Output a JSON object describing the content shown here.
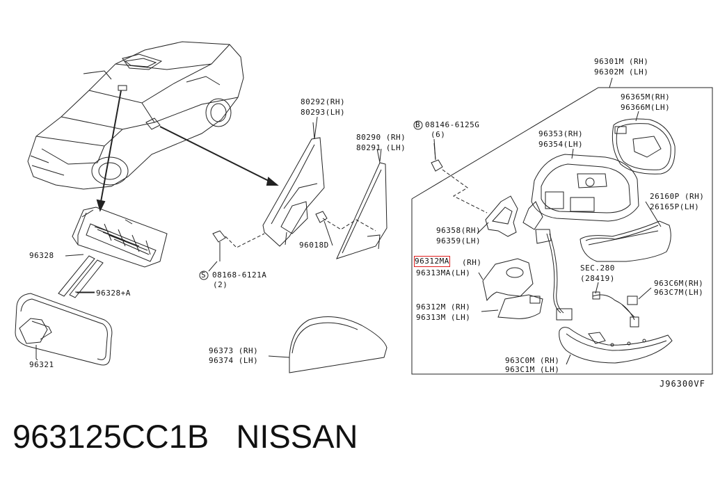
{
  "labels": {
    "p96301m": "96301M (RH)",
    "p96302m": "96302M (LH)",
    "p96365m": "96365M(RH)",
    "p96366m": "96366M(LH)",
    "p96353": "96353(RH)",
    "p96354": "96354(LH)",
    "p26160p": "26160P (RH)",
    "p26165p": "26165P(LH)",
    "p80292": "80292(RH)",
    "p80293": "80293(LH)",
    "p80290": "80290 (RH)",
    "p80291": "80291 (LH)",
    "p08146": "08146-6125G",
    "p08146qty": "(6)",
    "p96358": "96358(RH)",
    "p96359": "96359(LH)",
    "p96018d": "96018D",
    "p96312ma": "96312MA",
    "p96312ma_rh": "(RH)",
    "p96313ma": "96313MA(LH)",
    "p96328": "96328",
    "p96328a": "96328+A",
    "p08168": "08168-6121A",
    "p08168qty": "(2)",
    "sec280": "SEC.280",
    "sec280ref": "(28419)",
    "p963c6m": "963C6M(RH)",
    "p963c7m": "963C7M(LH)",
    "p96312m": "96312M (RH)",
    "p96313m": "96313M (LH)",
    "p963c0m": "963C0M (RH)",
    "p963c1m": "963C1M (LH)",
    "p96373": "96373 (RH)",
    "p96374": "96374 (LH)",
    "p96321": "96321",
    "bolt_b": "B",
    "bolt_s": "S"
  },
  "diagram_code": "J96300VF",
  "footer": {
    "part_number": "963125CC1B",
    "brand": "NISSAN"
  },
  "highlight_color": "#e01b1b"
}
